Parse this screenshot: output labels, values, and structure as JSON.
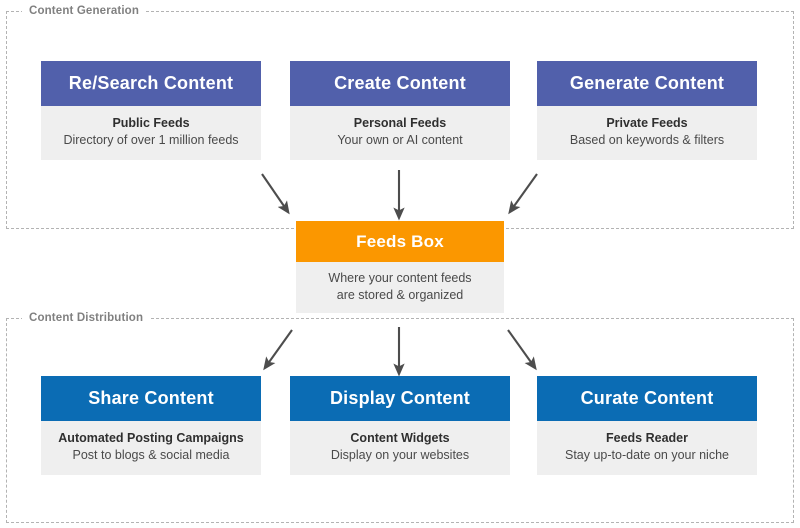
{
  "diagram": {
    "groups": [
      {
        "id": "content-generation",
        "label": "Content Generation"
      },
      {
        "id": "content-distribution",
        "label": "Content Distribution"
      }
    ],
    "colors": {
      "purple": "#5160ab",
      "blue": "#0b6cb4",
      "orange": "#fb9700",
      "card_body_bg": "#efefef",
      "frame_dash": "#b3b3b3",
      "arrow": "#4d4d4d",
      "label_text": "#808080"
    },
    "generation_cards": [
      {
        "title": "Re/Search Content",
        "body_title": "Public Feeds",
        "body_sub": "Directory of over 1 million feeds"
      },
      {
        "title": "Create Content",
        "body_title": "Personal Feeds",
        "body_sub": "Your own or AI content"
      },
      {
        "title": "Generate Content",
        "body_title": "Private Feeds",
        "body_sub": "Based on keywords & filters"
      }
    ],
    "hub_card": {
      "title": "Feeds Box",
      "body_line1": "Where your content feeds",
      "body_line2": "are stored & organized"
    },
    "distribution_cards": [
      {
        "title": "Share Content",
        "body_title": "Automated Posting Campaigns",
        "body_sub": "Post to blogs & social media"
      },
      {
        "title": "Display Content",
        "body_title": "Content Widgets",
        "body_sub": "Display on your websites"
      },
      {
        "title": "Curate Content",
        "body_title": "Feeds Reader",
        "body_sub": "Stay up-to-date on your niche"
      }
    ],
    "arrows": [
      {
        "name": "arrow-research-to-feedsbox",
        "direction": "down-right"
      },
      {
        "name": "arrow-create-to-feedsbox",
        "direction": "down"
      },
      {
        "name": "arrow-generate-to-feedsbox",
        "direction": "down-left"
      },
      {
        "name": "arrow-feedsbox-to-share",
        "direction": "down-left"
      },
      {
        "name": "arrow-feedsbox-to-display",
        "direction": "down"
      },
      {
        "name": "arrow-feedsbox-to-curate",
        "direction": "down-right"
      }
    ]
  }
}
